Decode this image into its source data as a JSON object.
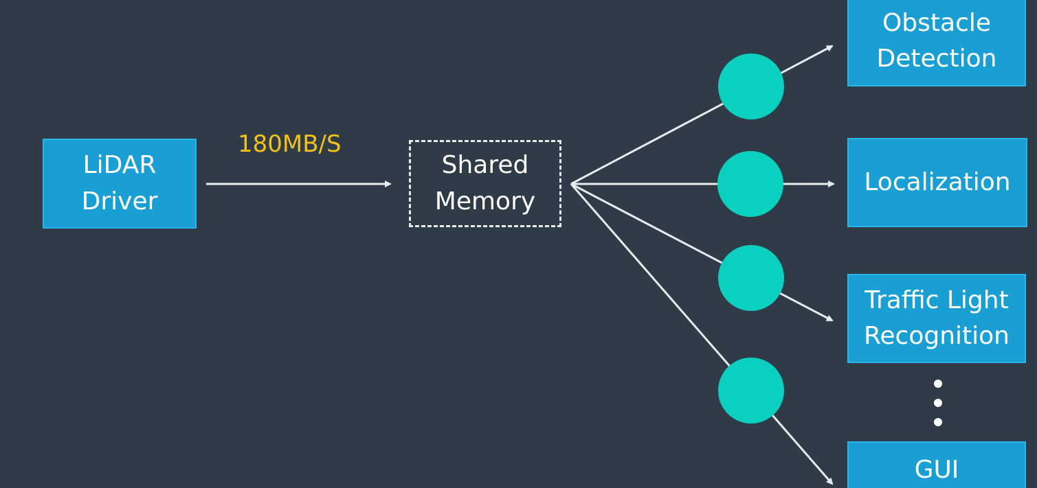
{
  "diagram": {
    "source": {
      "label": "LiDAR\nDriver"
    },
    "link_label": "180MB/S",
    "hub": {
      "label": "Shared\nMemory"
    },
    "consumers": [
      {
        "label": "Obstacle\nDetection"
      },
      {
        "label": "Localization"
      },
      {
        "label": "Traffic Light\nRecognition"
      },
      {
        "label": "GUI"
      }
    ],
    "ellipsis": "more-consumers-dots",
    "colors": {
      "background": "#2f3b47",
      "box_fill": "#1a9fd4",
      "node_fill": "#0bd0c0",
      "line": "#e8ecef",
      "rate_text": "#f2c21b"
    }
  }
}
